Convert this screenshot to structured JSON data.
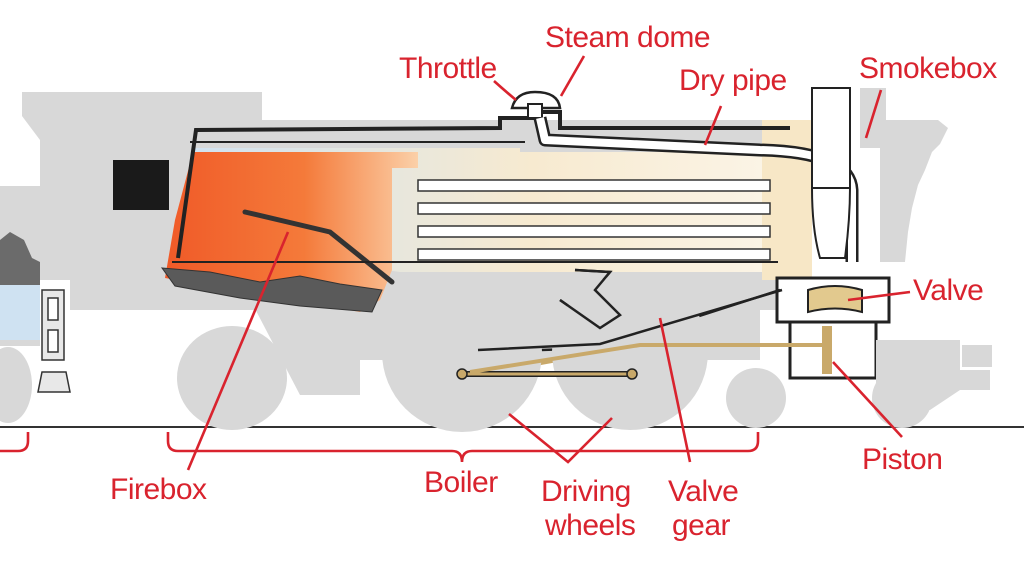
{
  "diagram": {
    "title": "Steam locomotive cross-section",
    "colors": {
      "label": "#d9232e",
      "body": "#d8d8d8",
      "outline": "#222222",
      "water": "#cfe2f2",
      "fire_hot": "#f05a28",
      "fire_warm": "#f9a65a",
      "smokebox": "#f7e7c6",
      "rod": "#c9a96a"
    },
    "labels": {
      "steam_dome": "Steam dome",
      "throttle": "Throttle",
      "dry_pipe": "Dry pipe",
      "smokebox": "Smokebox",
      "valve": "Valve",
      "piston": "Piston",
      "firebox": "Firebox",
      "boiler": "Boiler",
      "driving_wheels_line1": "Driving",
      "driving_wheels_line2": "wheels",
      "valve_gear_line1": "Valve",
      "valve_gear_line2": "gear"
    }
  }
}
